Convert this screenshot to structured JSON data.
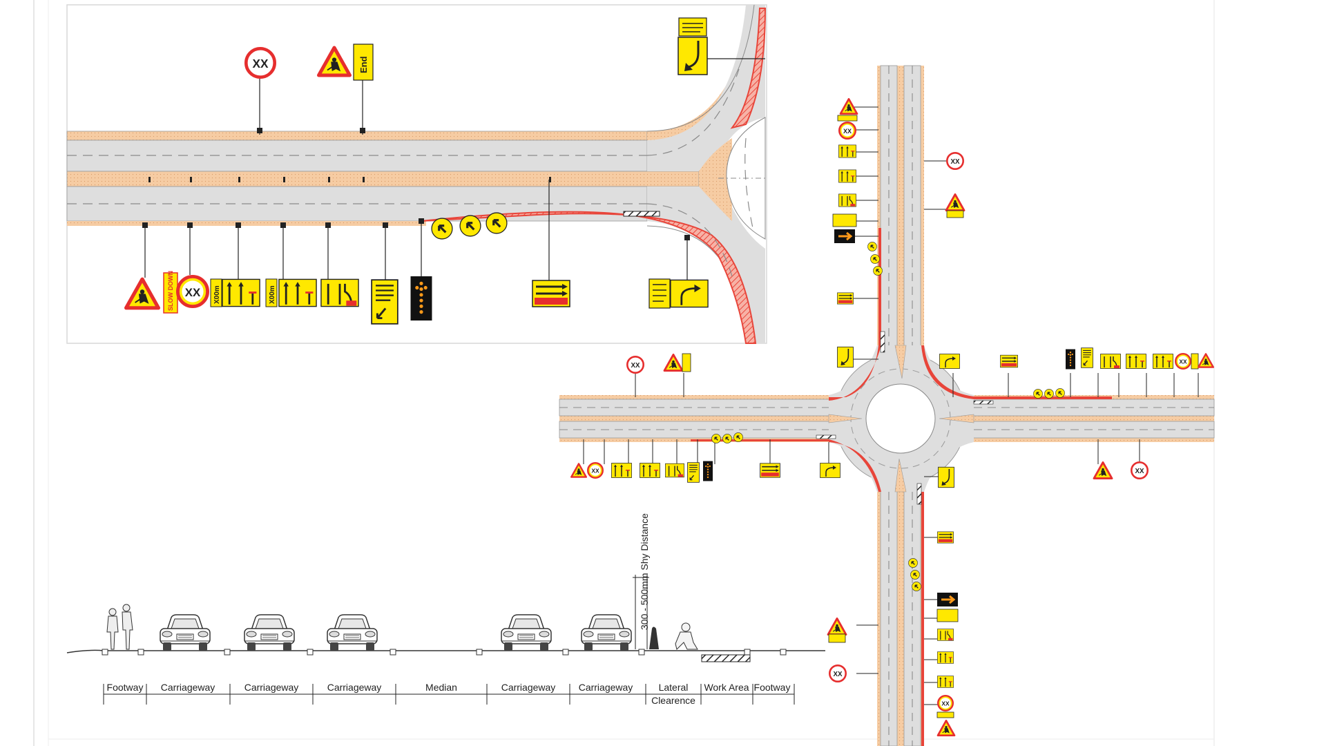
{
  "sign_text": {
    "speed": "XX",
    "slow_down": "SLOW DOWN",
    "distance": "X00m",
    "end": "End"
  },
  "section": {
    "shy_distance": "300 - 500mm Shy Distance",
    "zones": [
      "Footway",
      "Carriageway",
      "Carriageway",
      "Carriageway",
      "Median",
      "Carriageway",
      "Carriageway",
      "Lateral Clearence",
      "Work Area",
      "Footway"
    ]
  },
  "colors": {
    "road": "#dedede",
    "verge": "#f6cca3",
    "closure": "#e8453a",
    "sign_yellow": "#ffe800",
    "sign_red": "#e62e2e",
    "outline": "#222222"
  },
  "icons": [
    "work-ahead-sign-icon",
    "speed-limit-sign-icon",
    "keep-left-arrow-sign-icon",
    "lane-closure-sign-icon",
    "arrow-board-icon",
    "turn-arrow-sign-icon",
    "pedestrian-icon",
    "car-icon",
    "worker-icon"
  ]
}
